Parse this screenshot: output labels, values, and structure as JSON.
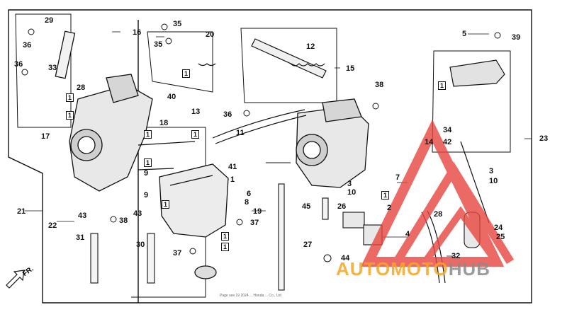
{
  "diagram": {
    "callouts": [
      "1",
      "2",
      "3",
      "4",
      "5",
      "6",
      "7",
      "8",
      "9",
      "10",
      "11",
      "12",
      "13",
      "14",
      "15",
      "16",
      "17",
      "18",
      "19",
      "20",
      "21",
      "22",
      "23",
      "24",
      "25",
      "26",
      "27",
      "28",
      "29",
      "30",
      "31",
      "32",
      "33",
      "34",
      "35",
      "36",
      "37",
      "38",
      "39",
      "40",
      "41",
      "42",
      "43",
      "44",
      "45"
    ],
    "boxed_ref": "1",
    "direction_label": "FR.",
    "copyright_fragment": "Page see 19 2024 ... Honda ... Co., Ltd",
    "watermark": {
      "part1": "AUTOMOTO",
      "part2": "HUB",
      "color_red": "#e8463f",
      "color_orange": "#f5a623",
      "color_grey": "#9a9a9a"
    }
  }
}
